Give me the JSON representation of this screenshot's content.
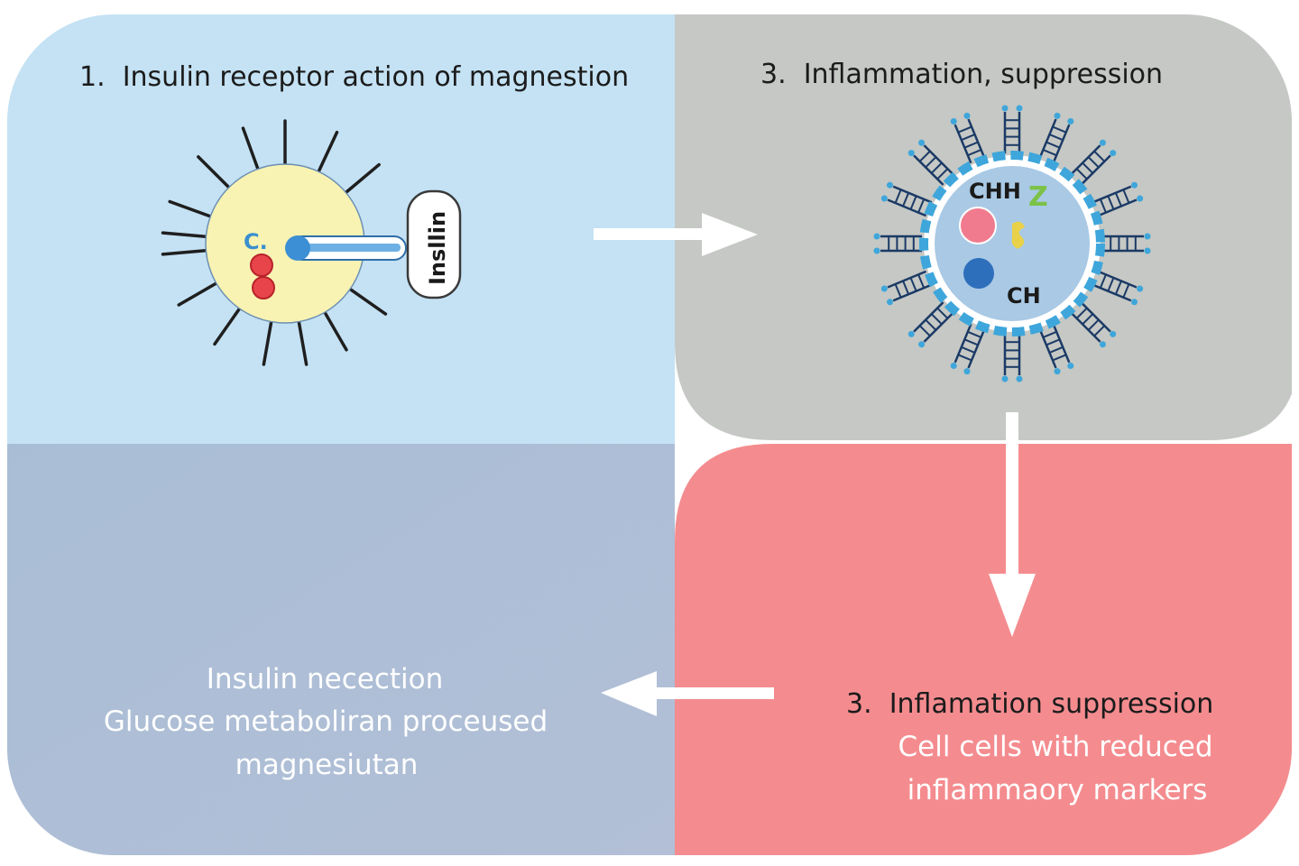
{
  "panels": {
    "top_left": {
      "title": "1.  Insulin receptor action of magnestion",
      "color": "#c4e2f4"
    },
    "top_right": {
      "title": "3.  Inflammation, suppression",
      "color": "#c5c8c4"
    },
    "bottom_left": {
      "lines": [
        "Insulin necection",
        "Glucose metaboliran proceused",
        "magnesiutan"
      ],
      "color": "#adbdd3"
    },
    "bottom_right": {
      "title": "3.  Inflamation suppression",
      "lines": [
        "Cell cells with reduced",
        "inflammaory markers"
      ],
      "color": "#f48c8f"
    }
  },
  "insulin_cell": {
    "tag_label": "Insllin",
    "small_label": "C.",
    "colors": {
      "cell": "#f8f3b2",
      "spikes": "#1f1f1f",
      "blobs": "#e8454b",
      "tube": "#3c8fd4"
    }
  },
  "inflammation_cell": {
    "labels": [
      "CHH",
      "Z",
      "CH"
    ],
    "colors": {
      "interior": "#a9c9e5",
      "membrane": "#3ea6db",
      "ladders": "#1b3a66",
      "pink_dot": "#f07b8e",
      "blue_dot": "#2e6fbb",
      "z_letter": "#7cc247",
      "yellow_mark": "#e9d24a"
    }
  },
  "arrows": {
    "color": "#ffffff",
    "flow": [
      "top_left->top_right",
      "top_right->bottom_right",
      "bottom_right->bottom_left"
    ]
  }
}
